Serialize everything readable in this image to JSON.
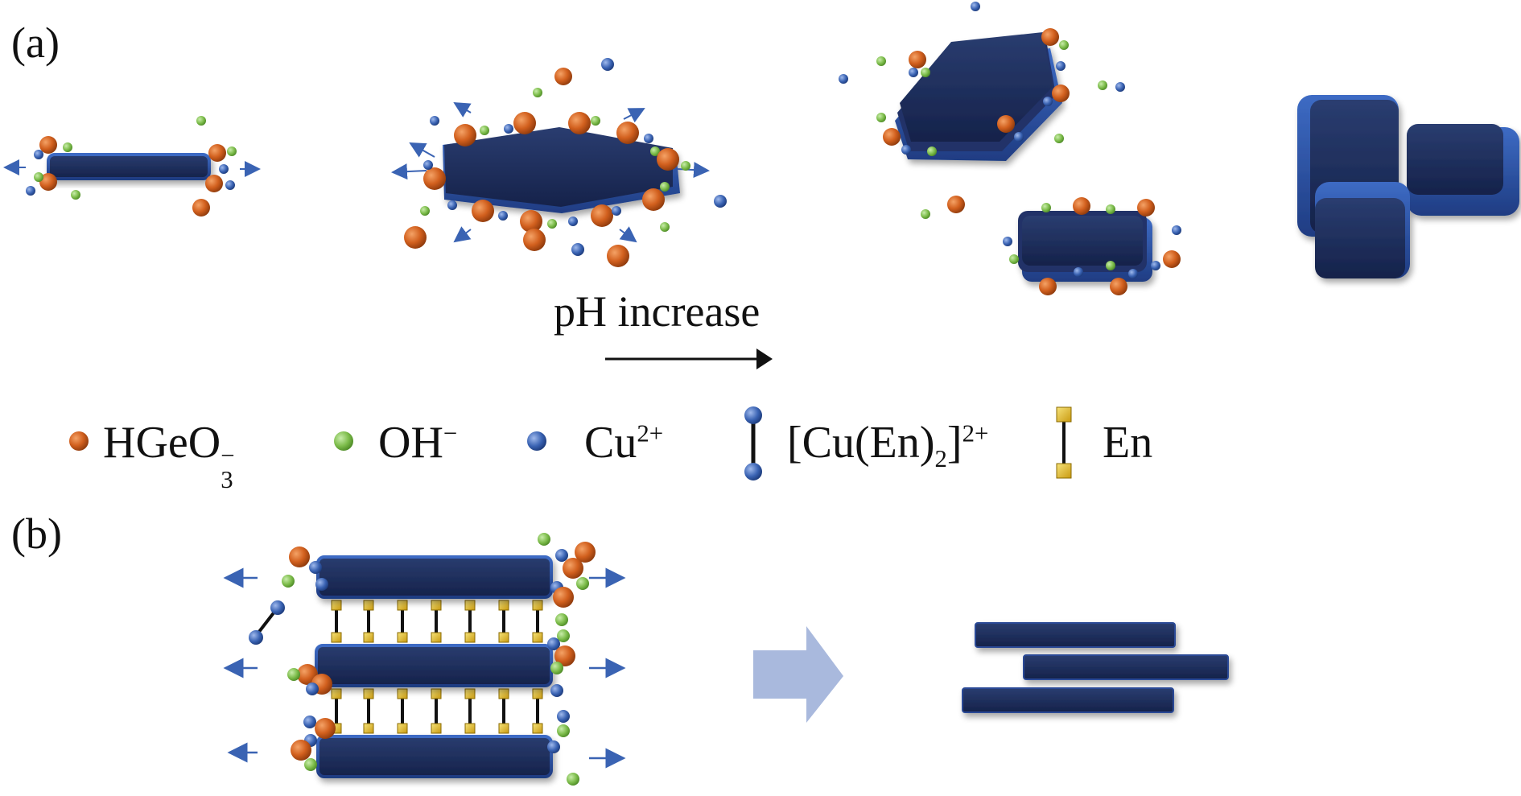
{
  "panel_a": {
    "label": "(a)"
  },
  "panel_b": {
    "label": "(b)"
  },
  "process": {
    "arrow_label": "pH increase"
  },
  "legend": {
    "hgeo3": {
      "base": "HGeO",
      "sub": "3",
      "sup": "−"
    },
    "oh": {
      "base": "OH",
      "sup": "−"
    },
    "cu": {
      "base": "Cu",
      "sup": "2+"
    },
    "cu_en": {
      "open": "[Cu(En)",
      "sub": "2",
      "close": "]",
      "sup": "2+"
    },
    "en": {
      "label": "En"
    }
  },
  "colors": {
    "hgeo3": "#d2601e",
    "oh": "#7cbc4a",
    "cu": "#3a63b3",
    "plate_dark": "#1d2c57",
    "plate_edge": "#2f55a6",
    "en_square": "#e0b820",
    "big_arrow": "#a9b9dd"
  }
}
